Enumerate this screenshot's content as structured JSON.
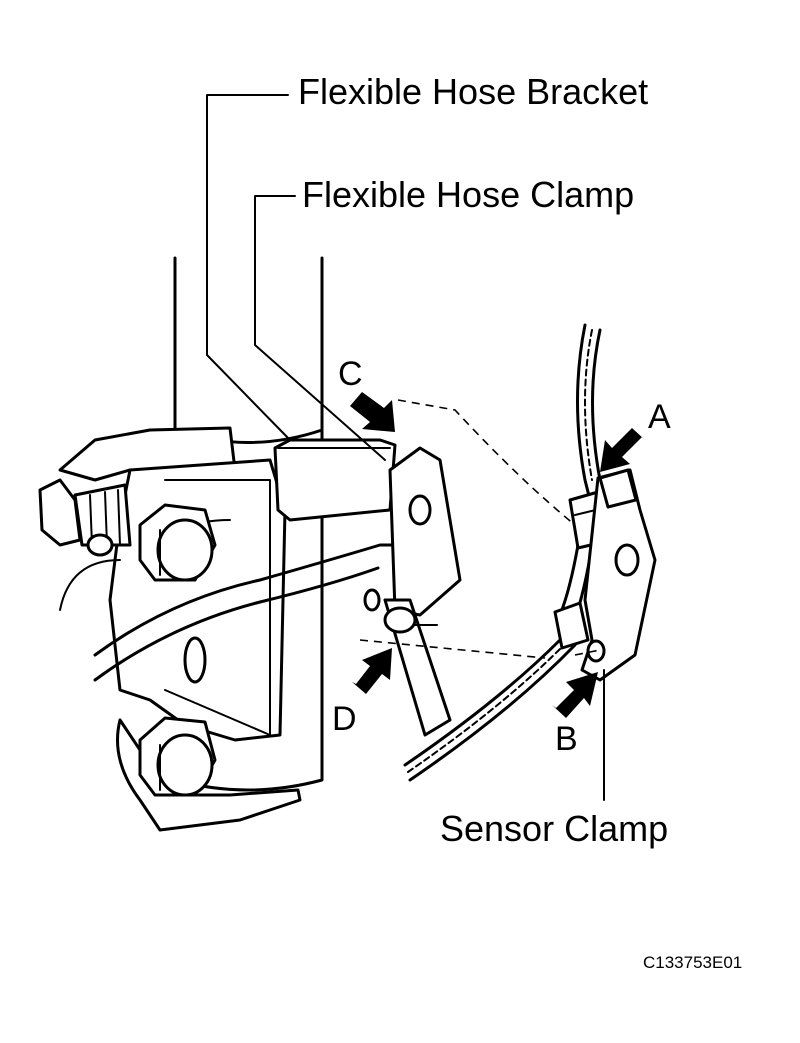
{
  "callouts": {
    "flexible_hose_bracket": "Flexible Hose Bracket",
    "flexible_hose_clamp": "Flexible Hose Clamp",
    "sensor_clamp": "Sensor Clamp"
  },
  "points": {
    "a": "A",
    "b": "B",
    "c": "C",
    "d": "D"
  },
  "figure_code": "C133753E01"
}
